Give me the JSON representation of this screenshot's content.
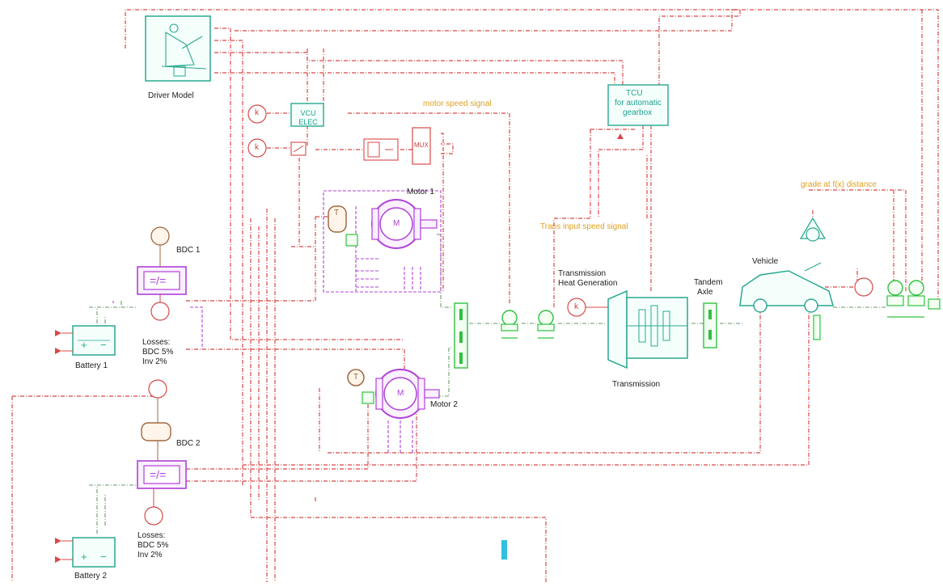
{
  "blocks": {
    "driver_model": "Driver Model",
    "vcu": "VCU ELEC",
    "tcu_line1": "TCU",
    "tcu_line2": "for automatic",
    "tcu_line3": "gearbox",
    "motor1": "Motor 1",
    "motor2": "Motor 2",
    "bdc1": "BDC 1",
    "bdc2": "BDC 2",
    "battery1": "Battery 1",
    "battery2": "Battery 2",
    "losses1_a": "Losses:",
    "losses1_b": "BDC 5%",
    "losses1_c": "Inv 2%",
    "losses2_a": "Losses:",
    "losses2_b": "BDC 5%",
    "losses2_c": "Inv 2%",
    "transmission": "Transmission",
    "trans_heat_a": "Transmission",
    "trans_heat_b": "Heat Generation",
    "tandem_a": "Tandem",
    "tandem_b": "Axle",
    "vehicle": "Vehicle",
    "mux": "MUX",
    "k": "k",
    "converter_symbol": "=/=",
    "motor_M": "M",
    "torque_T": "T"
  },
  "signals": {
    "motor_speed": "motor speed signal",
    "trans_input_speed": "Trans input speed signal",
    "grade": "grade at f(x) distance"
  },
  "colors": {
    "signal_line": "#d84848",
    "teal": "#2aa890",
    "purple": "#b040d8",
    "green": "#30c040",
    "brown": "#a06840",
    "orange_text": "#e0a020",
    "cyan_marker": "#30c0e0"
  }
}
